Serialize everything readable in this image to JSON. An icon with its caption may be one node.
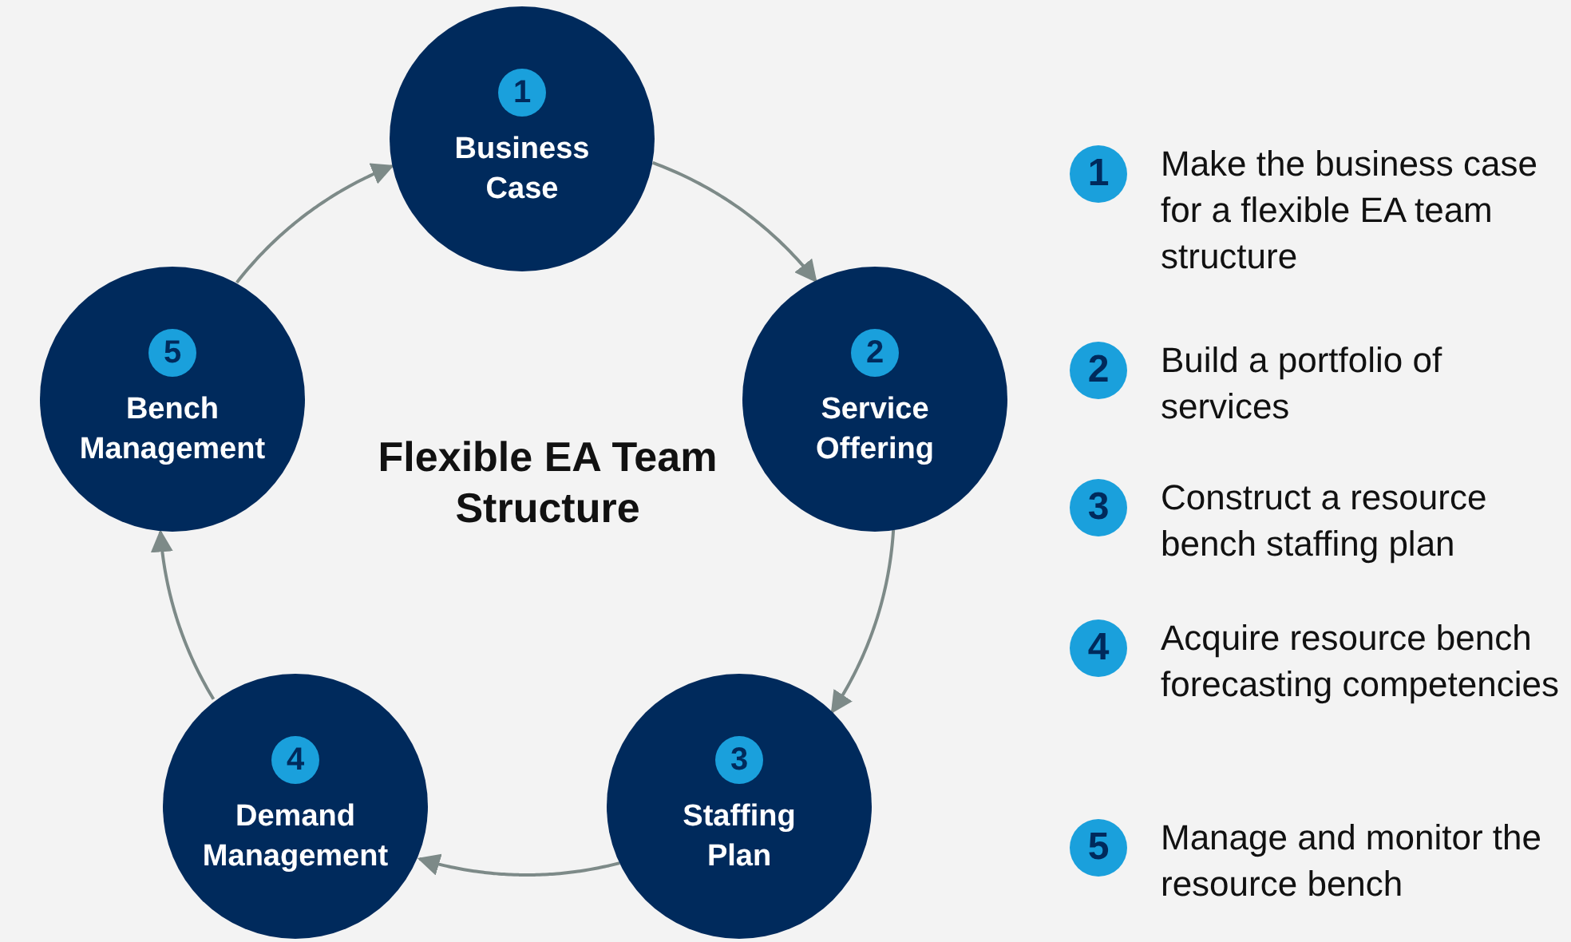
{
  "diagram": {
    "title": "Flexible EA Team Structure",
    "nodes": [
      {
        "text": [
          "1",
          "Business Case"
        ]
      },
      {
        "text": [
          "2",
          "Service Offering"
        ]
      },
      {
        "text": [
          "3",
          "Staffing Plan"
        ]
      },
      {
        "text": [
          "4",
          "Demand Management"
        ]
      },
      {
        "text": [
          "5",
          "Bench Management"
        ]
      }
    ],
    "edges": [
      {
        "from": 0,
        "to": 1,
        "arrow": "to"
      },
      {
        "from": 1,
        "to": 2,
        "arrow": "to"
      },
      {
        "from": 2,
        "to": 3,
        "arrow": "to"
      },
      {
        "from": 3,
        "to": 4,
        "arrow": "to"
      },
      {
        "from": 4,
        "to": 0,
        "arrow": "to"
      }
    ],
    "labels": [
      "1",
      "Make the business case for a flexible EA team structure",
      "2",
      "Build a portfolio of services",
      "3",
      "Construct a resource bench staffing plan",
      "4",
      "Acquire resource bench forecasting competencies",
      "5",
      "Manage and monitor the resource bench"
    ]
  }
}
